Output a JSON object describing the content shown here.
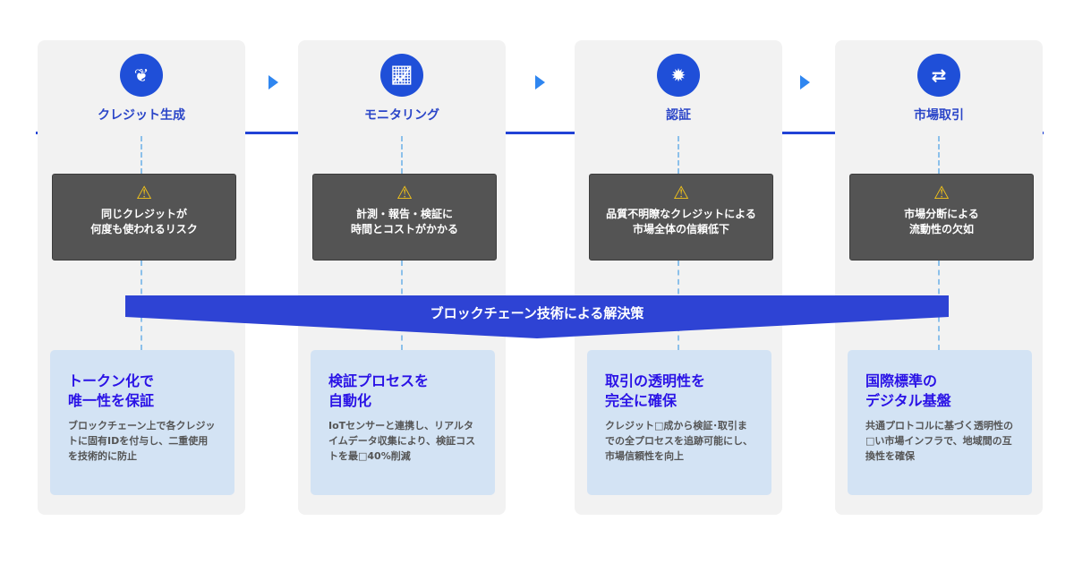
{
  "steps": [
    {
      "label": "クレジット生成",
      "icon": "leaf-icon",
      "problem": [
        "同じクレジットが",
        "何度も使われるリスク"
      ],
      "solution_title": "トークン化で\n唯一性を保証",
      "solution_body": "ブロックチェーン上で各クレジットに固有IDを付与し、二重使用を技術的に防止"
    },
    {
      "label": "モニタリング",
      "icon": "chart-icon",
      "problem": [
        "計測・報告・検証に",
        "時間とコストがかかる"
      ],
      "solution_title": "検証プロセスを\n自動化",
      "solution_body": "IoTセンサーと連携し、リアルタイムデータ収集により、検証コストを最□40%削減"
    },
    {
      "label": "認証",
      "icon": "badge-icon",
      "problem": [
        "品質不明瞭なクレジットによる",
        "市場全体の信頼低下"
      ],
      "solution_title": "取引の透明性を\n完全に確保",
      "solution_body": "クレジット□成から検証･取引までの全プロセスを追跡可能にし、市場信頼性を向上"
    },
    {
      "label": "市場取引",
      "icon": "exchange-icon",
      "problem": [
        "市場分断による",
        "流動性の欠如"
      ],
      "solution_title": "国際標準の\nデジタル基盤",
      "solution_body": "共通プロトコルに基づく透明性の□い市場インフラで、地域間の互換性を確保"
    }
  ],
  "banner": "ブロックチェーン技術による解決策",
  "colors": {
    "primary": "#1f4fd8",
    "arrow": "#2f86f0",
    "warning": "#f5c518",
    "solution_bg": "#d3e3f4"
  }
}
